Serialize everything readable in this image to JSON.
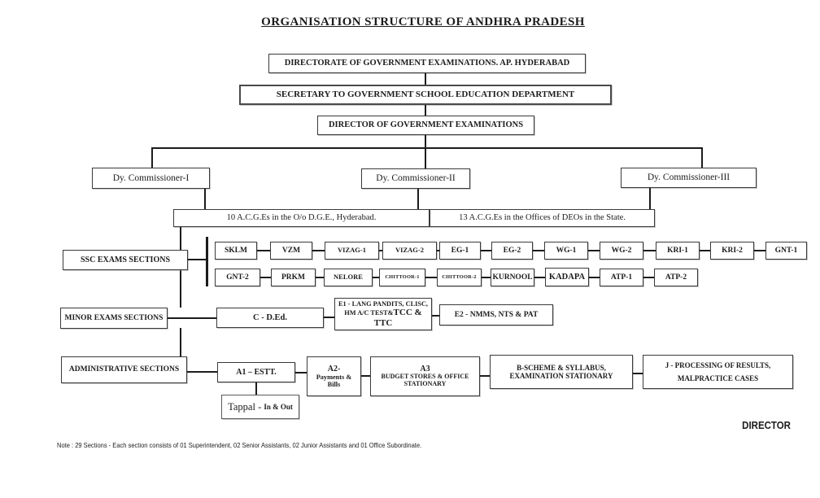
{
  "title": "ORGANISATION STRUCTURE OF ANDHRA PRADESH",
  "hierarchy": {
    "directorate": "DIRECTORATE OF GOVERNMENT EXAMINATIONS. AP. HYDERABAD",
    "secretary": "SECRETARY TO GOVERNMENT SCHOOL EDUCATION DEPARTMENT",
    "director": "DIRECTOR OF GOVERNMENT EXAMINATIONS",
    "commissioner1": "Dy. Commissioner-I",
    "commissioner2": "Dy. Commissioner-II",
    "commissioner3": "Dy. Commissioner-III",
    "acge_left": "10 A.C.G.Es in the O/o D.G.E., Hyderabad.",
    "acge_right": "13 A.C.G.Es  in the Offices of DEOs in the State."
  },
  "ssc": {
    "label": "SSC EXAMS SECTIONS",
    "row1": [
      "SKLM",
      "VZM",
      "VIZAG-1",
      "VIZAG-2",
      "EG-1",
      "EG-2",
      "WG-1",
      "WG-2",
      "KRI-1",
      "KRI-2",
      "GNT-1"
    ],
    "row2": [
      "GNT-2",
      "PRKM",
      "NELORE",
      "CHITTOOR-1",
      "CHITTOOR-2",
      "KURNOOL",
      "KADAPA",
      "ATP-1",
      "ATP-2"
    ]
  },
  "minor": {
    "label": "MINOR EXAMS SECTIONS",
    "c_ded": "C - D.Ed.",
    "e1_line1": "E1 - LANG PANDITS, CLISC,",
    "e1_line2a": "HM A/C TEST&",
    "e1_line2b": "TCC & TTC",
    "e2": "E2 - NMMS, NTS  & PAT"
  },
  "admin": {
    "label": "ADMINISTRATIVE SECTIONS",
    "a1": "A1 – ESTT.",
    "a2_line1": "A2-",
    "a2_line2": "Payments &",
    "a2_line3": "Bills",
    "a3_line1": "A3",
    "a3_line2": "BUDGET STORES & OFFICE",
    "a3_line3": "STATIONARY",
    "b_line1": "B-SCHEME & SYLLABUS,",
    "b_line2": "EXAMINATION STATIONARY",
    "j_line1": "J - PROCESSING OF RESULTS,",
    "j_line2": "MALPRACTICE CASES",
    "tappal_main": "Tappal -",
    "tappal_bold": "In & Out"
  },
  "footer": {
    "director_label": "DIRECTOR",
    "note": "Note : 29 Sections - Each section consists of 01 Superintendent, 02 Senior Assistants, 02 Junior Assistants and 01 Office Subordinate."
  }
}
